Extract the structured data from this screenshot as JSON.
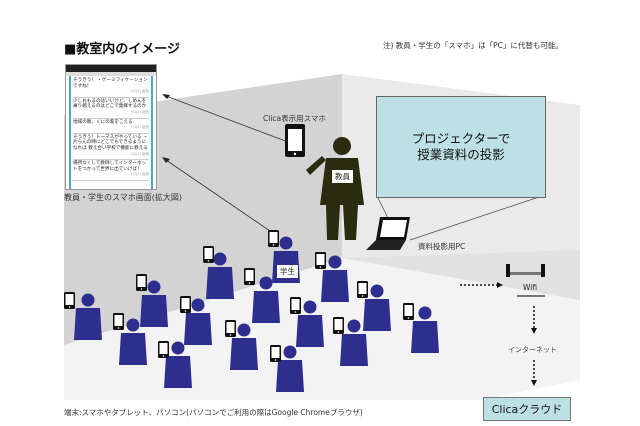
{
  "title": "■教室内のイメージ",
  "note": "注) 教員・学生の「スマホ」は「PC」に代替も可能。",
  "phone_screen": {
    "caption": "教員・学生のスマホ画面(拡大図)",
    "messages": [
      {
        "text": "そうきう！ ・ゲーミフィケーションですね！",
        "meta": "ｲｲﾈ(2)  返信"
      },
      {
        "text": "少しおもるのはいいけど、しめんを乗り越えるのはどこで発揮するのか",
        "meta": "ｲｲﾈ(2)  返信"
      },
      {
        "text": "地域の教、くにの家をこえる",
        "meta": "ｲｲﾈ(2)  返信"
      },
      {
        "text": "そうきう！トーマスがやっている ・片らんの時にどこでもできるようになれば 教え合い学校で機能に教える",
        "meta": "ｲｲﾈ(2)  返信"
      },
      {
        "text": "場所なくして教師してインターネットをつかって世界に出ていけば！",
        "meta": "ｲｲﾈ(2)  返信"
      }
    ]
  },
  "labels": {
    "teacher_phone": "Clica表示用スマホ",
    "teacher": "教員",
    "student": "学生",
    "projector_line1": "プロジェクターで",
    "projector_line2": "授業資料の投影",
    "pc": "資料投影用PC",
    "wifi": "Wifi",
    "internet": "インターネット",
    "cloud": "Clicaクラウド"
  },
  "footer": "端末:スマホやタブレット、パソコン(パソコンでご利用の際はGoogle Chromeブラウザ)",
  "colors": {
    "student": "#2e2e8f",
    "teacher": "#2b2b10",
    "screen": "#bde0e4",
    "wall": "#cfcfcf",
    "floor": "#ececec"
  }
}
